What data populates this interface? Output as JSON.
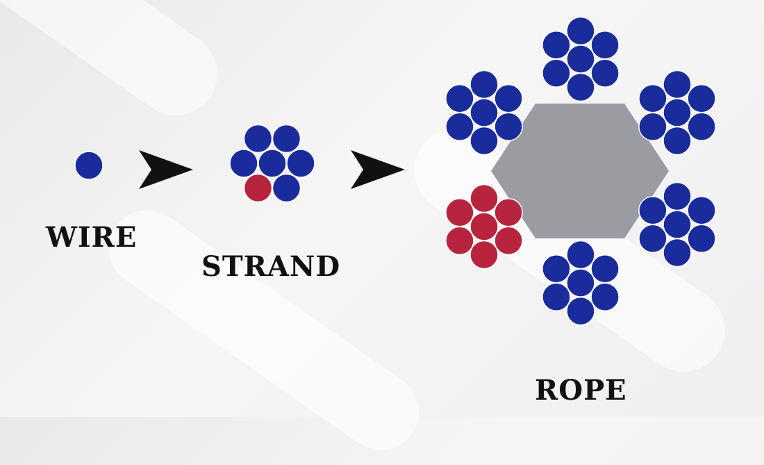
{
  "labels": {
    "wire": "WIRE",
    "strand": "STRAND",
    "rope": "ROPE"
  },
  "colors": {
    "wire_blue": "#1a2b9c",
    "wire_red": "#b8243d",
    "core_gray": "#9b9ca2",
    "arrow": "#111111",
    "text": "#111111"
  },
  "stages": [
    {
      "name": "wire",
      "wire_count": 1
    },
    {
      "name": "strand",
      "wire_count": 7,
      "highlighted_wires": 1
    },
    {
      "name": "rope",
      "strand_count": 6,
      "highlighted_strands": 1,
      "core": "hexagon"
    }
  ]
}
